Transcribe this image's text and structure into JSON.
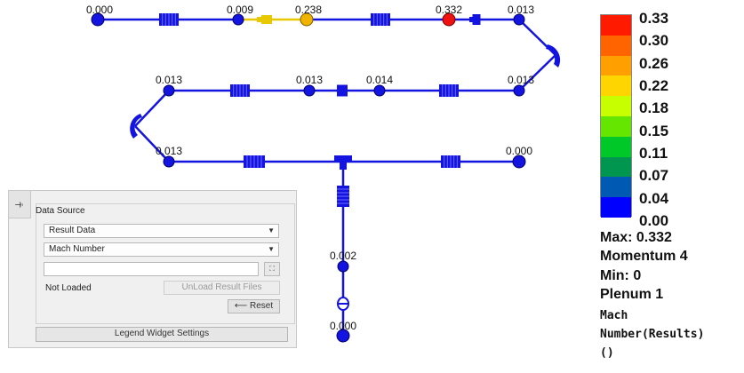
{
  "network": {
    "node_values": [
      "0.000",
      "0.009",
      "0.238",
      "0.332",
      "0.013",
      "0.013",
      "0.013",
      "0.014",
      "0.013",
      "0.013",
      "0.000",
      "0.002",
      "0.000"
    ],
    "pipe_color": "#1414e0",
    "connector_color_high": "#e8c800"
  },
  "legend": {
    "levels": [
      "0.33",
      "0.30",
      "0.26",
      "0.22",
      "0.18",
      "0.15",
      "0.11",
      "0.07",
      "0.04",
      "0.00"
    ],
    "colors": [
      "#ff1a00",
      "#ff6400",
      "#ffa000",
      "#ffd500",
      "#c8ff00",
      "#64e600",
      "#00c828",
      "#009650",
      "#005ab4",
      "#0000ff"
    ],
    "max_label": "Max: 0.332",
    "max_location": "Momentum 4",
    "min_label": "Min: 0",
    "min_location": "Plenum 1",
    "quantity_line1": "Mach",
    "quantity_line2": "Number(Results)",
    "quantity_line3": "()"
  },
  "panel": {
    "tab_icon": "plug-icon",
    "title": "Data Source",
    "source_select": "Result Data",
    "quantity_select": "Mach Number",
    "file_input": "",
    "status": "Not Loaded",
    "unload_label": "UnLoad Result Files",
    "reset_label": "Reset",
    "legend_settings_label": "Legend Widget Settings"
  }
}
